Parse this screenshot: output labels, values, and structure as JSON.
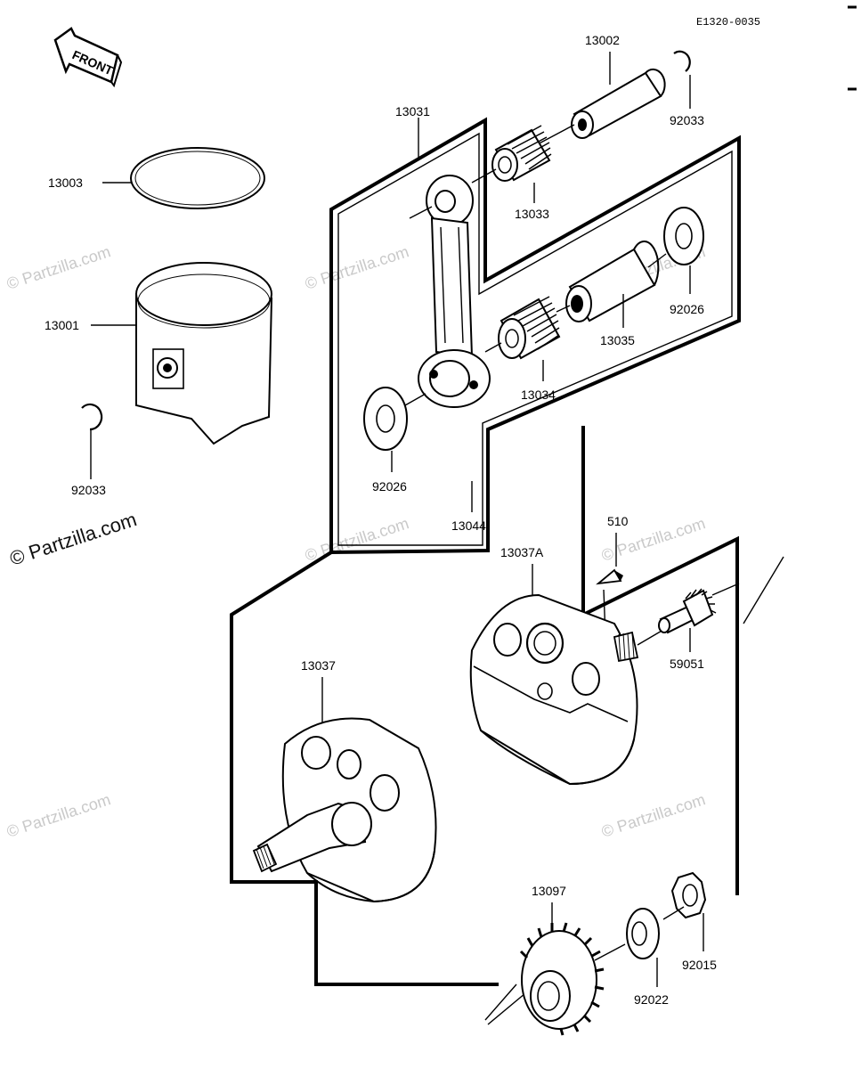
{
  "diagram": {
    "code": "E1320-0035",
    "front_label": "FRONT",
    "parts": {
      "p13002": "13002",
      "p92033_top": "92033",
      "p13031": "13031",
      "p13033": "13033",
      "p13003": "13003",
      "p92026_right": "92026",
      "p13001": "13001",
      "p13035": "13035",
      "p13034": "13034",
      "p92033_left": "92033",
      "p92026_left": "92026",
      "p13044": "13044",
      "p510": "510",
      "p13037A": "13037A",
      "p59051": "59051",
      "p13037": "13037",
      "p13097": "13097",
      "p92022": "92022",
      "p92015": "92015"
    }
  },
  "watermarks": {
    "brand": "© Partzilla.com"
  }
}
